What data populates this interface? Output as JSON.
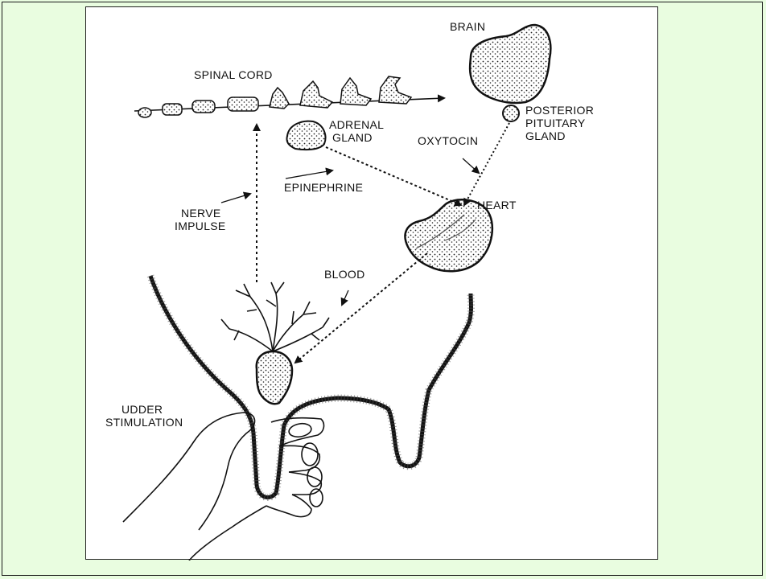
{
  "colors": {
    "background": "#e9fde0",
    "panel": "#ffffff",
    "ink": "#111111"
  },
  "labels": {
    "brain": "BRAIN",
    "spinal_cord": "SPINAL CORD",
    "adrenal_gland": [
      "ADRENAL",
      "GLAND"
    ],
    "posterior_pituitary_gland": [
      "POSTERIOR",
      "PITUITARY",
      "GLAND"
    ],
    "oxytocin": "OXYTOCIN",
    "epinephrine": "EPINEPHRINE",
    "heart": "HEART",
    "nerve_impulse": [
      "NERVE",
      "IMPULSE"
    ],
    "blood": "BLOOD",
    "udder_stimulation": [
      "UDDER",
      "STIMULATION"
    ]
  }
}
